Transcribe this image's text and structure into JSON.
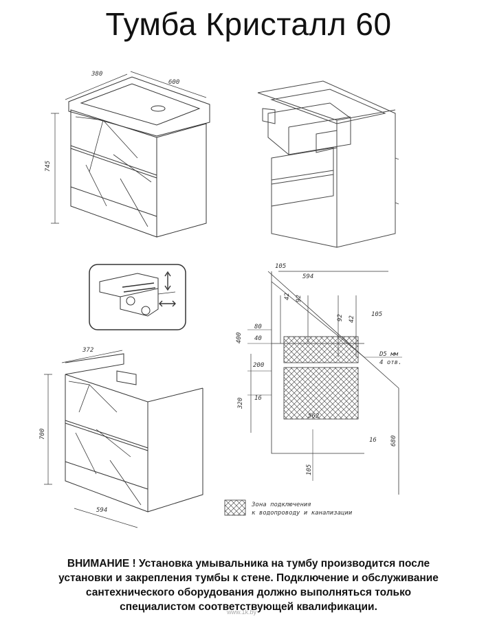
{
  "title": "Тумба Кристалл 60",
  "dims": {
    "top_depth": "380",
    "top_width": "600",
    "top_height": "745",
    "bot_depth": "372",
    "bot_height": "700",
    "bot_width": "594",
    "sch_left": "105",
    "sch_width": "594",
    "sch_right": "105",
    "sch_42a": "42",
    "sch_92a": "92",
    "sch_92b": "92",
    "sch_42b": "42",
    "sch_80": "80",
    "sch_40": "40",
    "sch_400": "400",
    "sch_200": "200",
    "sch_16a": "16",
    "sch_320": "320",
    "sch_562": "562",
    "sch_16b": "16",
    "sch_680": "680",
    "sch_105b": "105",
    "sch_d5": "D5 мм",
    "sch_4holes": "4 отв."
  },
  "legend": {
    "line1": "Зона подключения",
    "line2": "к водопроводу и канализации"
  },
  "warning": {
    "line1": "ВНИМАНИЕ ! Установка умывальника на тумбу производится после",
    "line2": "установки и закрепления тумбы к стене. Подключение и обслуживание",
    "line3": "сантехнического оборудования должно выполняться только",
    "line4": "специалистом соответствующей квалификации."
  },
  "watermark": "www.1k.by"
}
